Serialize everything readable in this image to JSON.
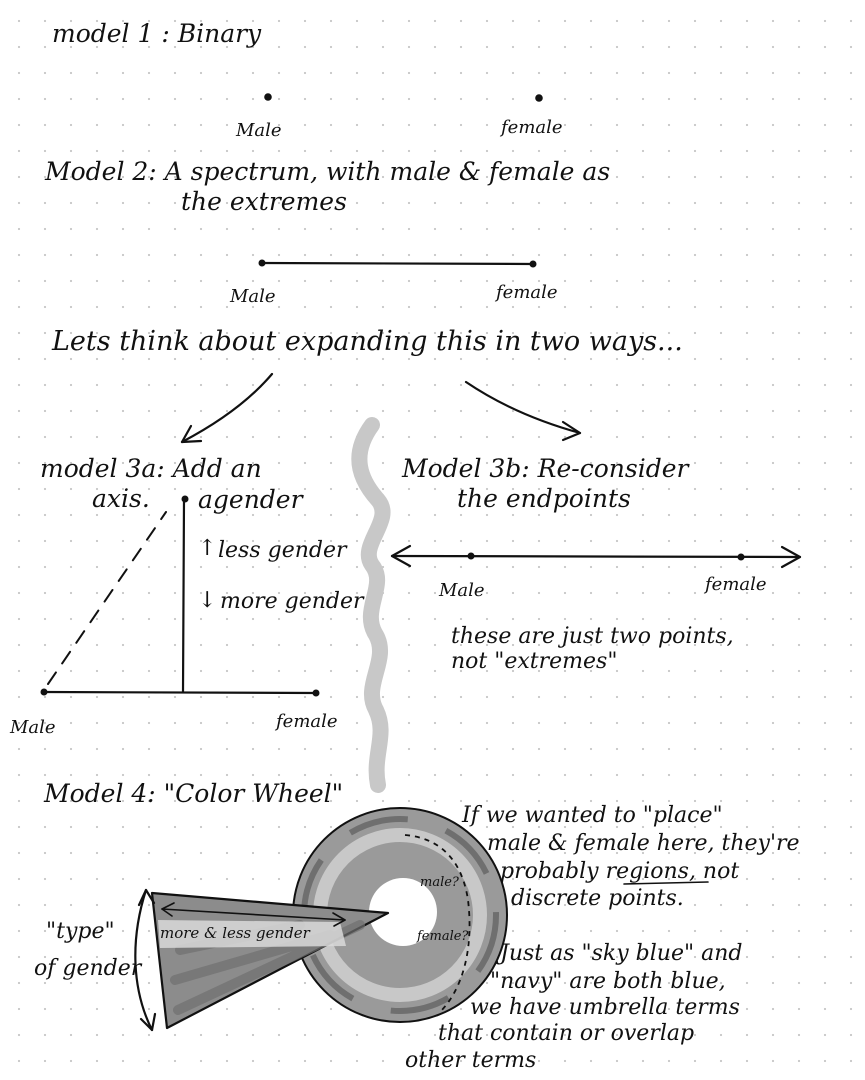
{
  "model1": {
    "heading": "model 1 : Binary",
    "left_label": "Male",
    "right_label": "female"
  },
  "model2": {
    "heading_line1": "Model 2: A spectrum, with male & female as",
    "heading_line2": "the extremes",
    "left_label": "Male",
    "right_label": "female"
  },
  "transition": {
    "text": "Lets think about expanding this in two ways..."
  },
  "model3a": {
    "heading_line1": "model 3a: Add an",
    "heading_line2": "axis.",
    "top_label": "agender",
    "up_label": "less gender",
    "down_label": "more gender",
    "left_label": "Male",
    "right_label": "female",
    "up_arrow": "↑",
    "down_arrow": "↓"
  },
  "model3b": {
    "heading_line1": "Model 3b: Re-consider",
    "heading_line2": "the endpoints",
    "left_label": "Male",
    "right_label": "female",
    "note_line1": "these are just two points,",
    "note_line2": "not \"extremes\""
  },
  "model4": {
    "heading": "Model 4: \"Color Wheel\"",
    "wedge_label": "more & less gender",
    "type_label_line1": "\"type\"",
    "type_label_line2": "of gender",
    "ring_label_male": "male?",
    "ring_label_female": "female?",
    "note1_line1": "If we wanted to \"place\"",
    "note1_line2": "male & female here, they're",
    "note1_line3": "probably regions, not",
    "note1_line4": "discrete points.",
    "note2_line1": "Just as \"sky blue\" and",
    "note2_line2": "\"navy\" are both blue,",
    "note2_line3": "we have umbrella terms",
    "note2_line4": "that contain or overlap",
    "note2_line5": "other terms"
  },
  "colors": {
    "ink": "#111111",
    "gray_light": "#c8c8c8",
    "gray_mid": "#9a9a9a",
    "gray_dark": "#6f6f6f",
    "grid_dot": "#c9c9c9"
  }
}
